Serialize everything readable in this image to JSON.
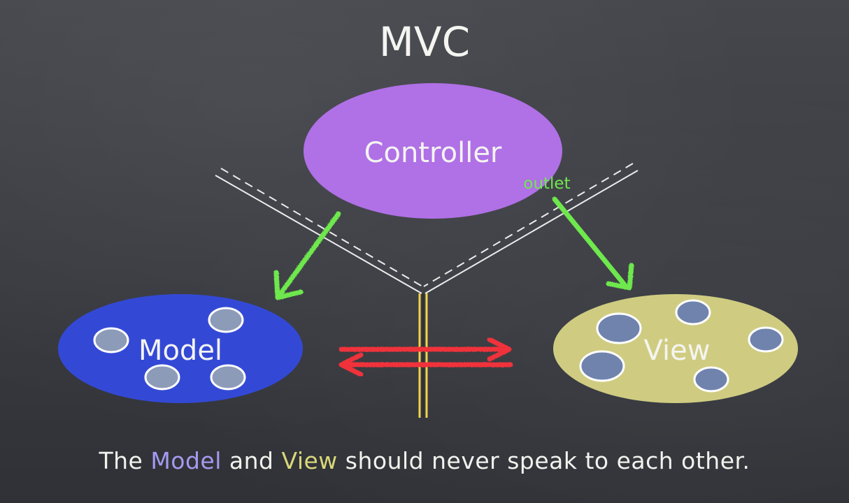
{
  "title": "MVC",
  "controller": {
    "label": "Controller",
    "color": "#b070e6"
  },
  "model": {
    "label": "Model",
    "color": "#3349d6"
  },
  "view": {
    "label": "View",
    "color": "#cfcc82"
  },
  "outlet_label": "outlet",
  "colors": {
    "arrow_green": "#6ee84e",
    "arrow_red": "#f0303a",
    "divider_yellow": "#f2d34a",
    "divider_white": "#ececec",
    "model_word": "#a49af0",
    "view_word": "#d9d878"
  },
  "caption": {
    "part1": "The ",
    "model_word": "Model",
    "part2": " and ",
    "view_word": "View",
    "part3": " should never speak to each other."
  }
}
